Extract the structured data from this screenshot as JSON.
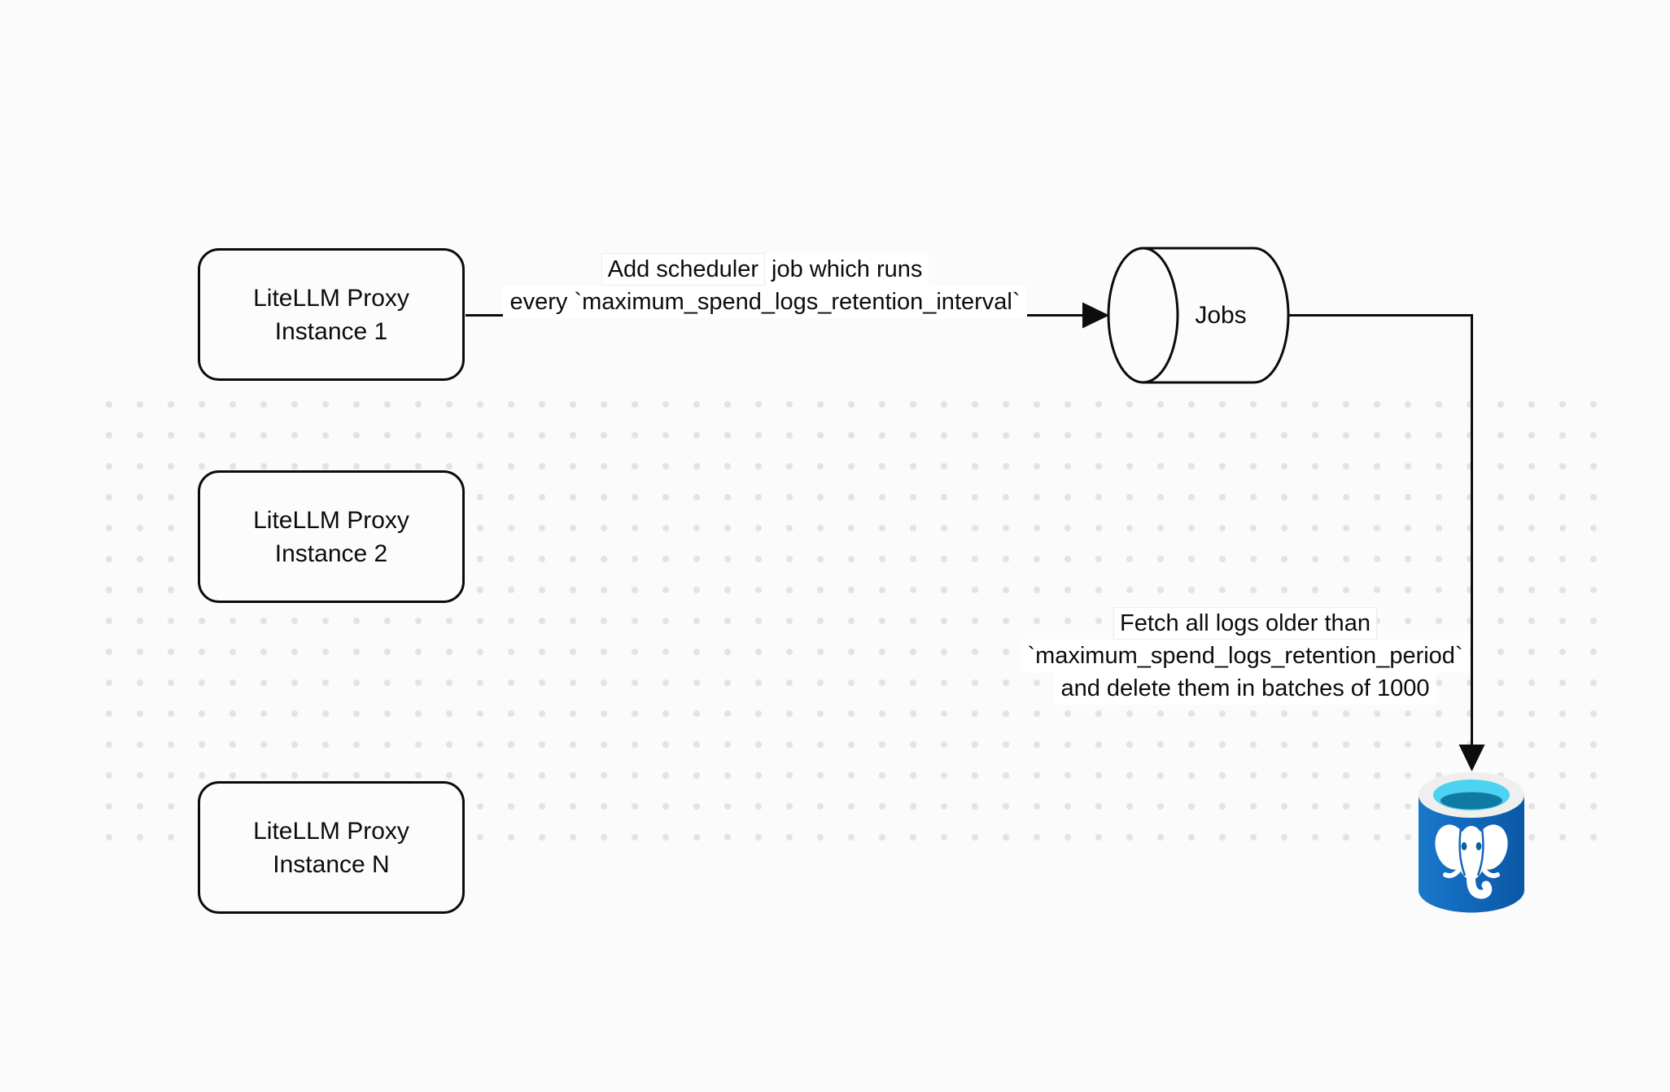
{
  "canvas": {
    "background_color": "#fbfbfb",
    "dot_color": "#e3e3e3",
    "stroke_color": "#0d0d0d"
  },
  "nodes": {
    "instance1": {
      "line1": "LiteLLM Proxy",
      "line2": "Instance 1"
    },
    "instance2": {
      "line1": "LiteLLM Proxy",
      "line2": "Instance 2"
    },
    "instance_n": {
      "line1": "LiteLLM Proxy",
      "line2": "Instance N"
    },
    "jobs": {
      "label": "Jobs"
    },
    "database": {
      "icon": "azure-postgresql-database",
      "body_color": "#1168bd",
      "top_color": "#4dd2f2"
    }
  },
  "edges": {
    "scheduler": {
      "line1_boxed": "Add scheduler",
      "line1_rest": "job which runs",
      "line2": "every `maximum_spend_logs_retention_interval`"
    },
    "fetch": {
      "line1": "Fetch all logs older than",
      "line2": "`maximum_spend_logs_retention_period`",
      "line3": "and delete them in batches of 1000"
    }
  }
}
